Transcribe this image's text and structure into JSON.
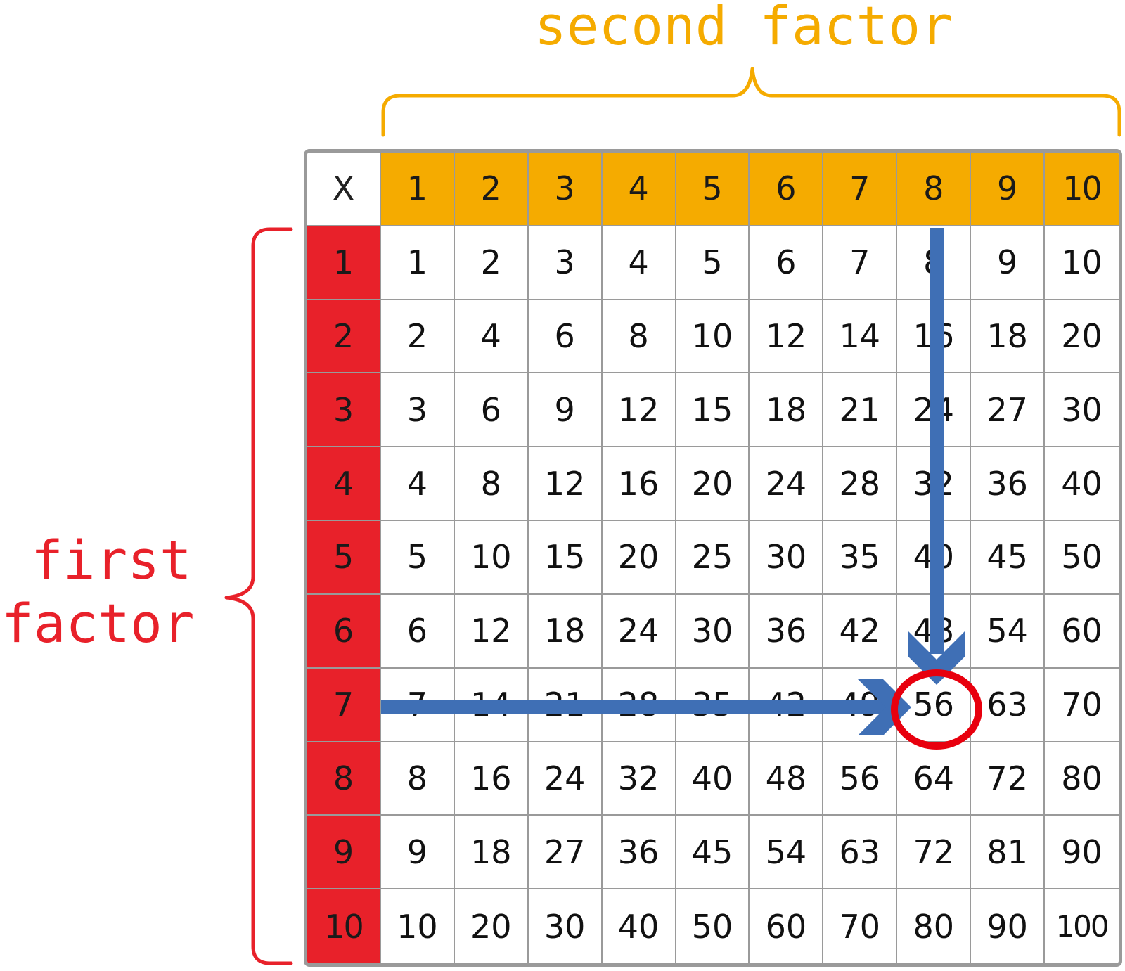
{
  "labels": {
    "second_factor": "second factor",
    "first_factor_line1": "first",
    "first_factor_line2": "factor"
  },
  "table": {
    "corner": "X",
    "column_headers": [
      "1",
      "2",
      "3",
      "4",
      "5",
      "6",
      "7",
      "8",
      "9",
      "10"
    ],
    "row_headers": [
      "1",
      "2",
      "3",
      "4",
      "5",
      "6",
      "7",
      "8",
      "9",
      "10"
    ],
    "rows": [
      [
        "1",
        "2",
        "3",
        "4",
        "5",
        "6",
        "7",
        "8",
        "9",
        "10"
      ],
      [
        "2",
        "4",
        "6",
        "8",
        "10",
        "12",
        "14",
        "16",
        "18",
        "20"
      ],
      [
        "3",
        "6",
        "9",
        "12",
        "15",
        "18",
        "21",
        "24",
        "27",
        "30"
      ],
      [
        "4",
        "8",
        "12",
        "16",
        "20",
        "24",
        "28",
        "32",
        "36",
        "40"
      ],
      [
        "5",
        "10",
        "15",
        "20",
        "25",
        "30",
        "35",
        "40",
        "45",
        "50"
      ],
      [
        "6",
        "12",
        "18",
        "24",
        "30",
        "36",
        "42",
        "48",
        "54",
        "60"
      ],
      [
        "7",
        "14",
        "21",
        "28",
        "35",
        "42",
        "49",
        "56",
        "63",
        "70"
      ],
      [
        "8",
        "16",
        "24",
        "32",
        "40",
        "48",
        "56",
        "64",
        "72",
        "80"
      ],
      [
        "9",
        "18",
        "27",
        "36",
        "45",
        "54",
        "63",
        "72",
        "81",
        "90"
      ],
      [
        "10",
        "20",
        "30",
        "40",
        "50",
        "60",
        "70",
        "80",
        "90",
        "100"
      ]
    ]
  },
  "highlight": {
    "first_factor": 7,
    "second_factor": 8,
    "product": "56"
  },
  "colors": {
    "second_factor": "#f5ab00",
    "first_factor": "#e8212a",
    "arrow": "#3f6fb5",
    "highlight_circle": "#e8000e",
    "grid_line": "#9a9a9a"
  }
}
